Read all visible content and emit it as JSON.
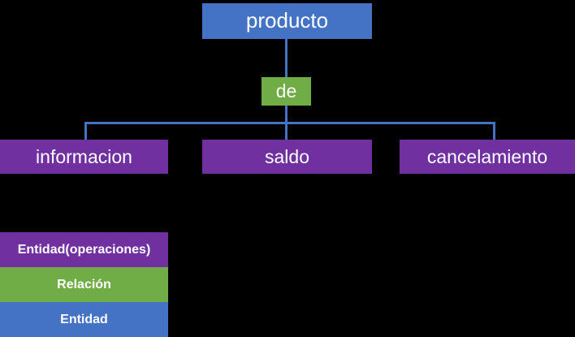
{
  "diagram": {
    "title_node": {
      "label": "producto",
      "type": "entity",
      "color": "#4472C4"
    },
    "relation_node": {
      "label": "de",
      "type": "relacion",
      "color": "#70AD47"
    },
    "operation_nodes": [
      {
        "label": "informacion",
        "type": "entidad-operaciones",
        "color": "#7030A0"
      },
      {
        "label": "saldo",
        "type": "entidad-operaciones",
        "color": "#7030A0"
      },
      {
        "label": "cancelamiento",
        "type": "entidad-operaciones",
        "color": "#7030A0"
      }
    ],
    "connector_color": "#4472C4",
    "background_color": "#000000"
  },
  "legend": {
    "rows": [
      {
        "label": "Entidad(operaciones)",
        "color": "#7030A0"
      },
      {
        "label": "Relación",
        "color": "#70AD47"
      },
      {
        "label": "Entidad",
        "color": "#4472C4"
      }
    ]
  }
}
